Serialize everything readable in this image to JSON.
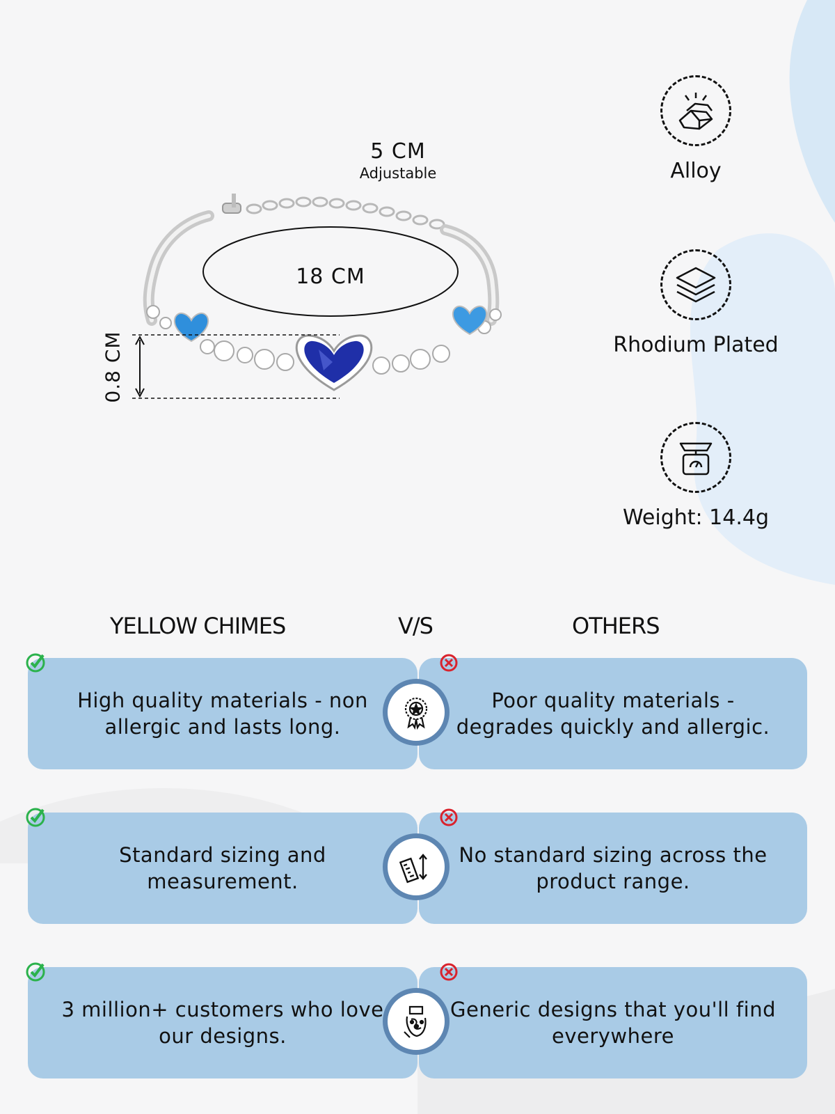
{
  "product": {
    "chain_length": "5 CM",
    "chain_note": "Adjustable",
    "inner_length": "18 CM",
    "height": "0.8 CM"
  },
  "features": [
    {
      "icon": "gold-bars-icon",
      "label": "Alloy"
    },
    {
      "icon": "layers-icon",
      "label": "Rhodium Plated"
    },
    {
      "icon": "weighing-scale-icon",
      "label": "Weight: 14.4g"
    }
  ],
  "comparison": {
    "brand_heading": "YELLOW CHIMES",
    "vs_heading": "V/S",
    "others_heading": "OTHERS",
    "rows": [
      {
        "icon": "quality-badge-icon",
        "ours": "High quality materials - non allergic and lasts long.",
        "theirs": "Poor quality materials - degrades quickly and allergic."
      },
      {
        "icon": "ruler-measure-icon",
        "ours": "Standard sizing and measurement.",
        "theirs": "No standard sizing across the product range."
      },
      {
        "icon": "hand-jewelry-icon",
        "ours": "3 million+ customers who love our designs.",
        "theirs": "Generic designs that you'll find everywhere"
      }
    ]
  },
  "colors": {
    "card": "#a9cbe6",
    "ring": "#5d86b2",
    "tick": "#2bb24c",
    "cross": "#d9232d",
    "stone_dark": "#1f2fa8",
    "stone_light": "#2f8fdc"
  }
}
